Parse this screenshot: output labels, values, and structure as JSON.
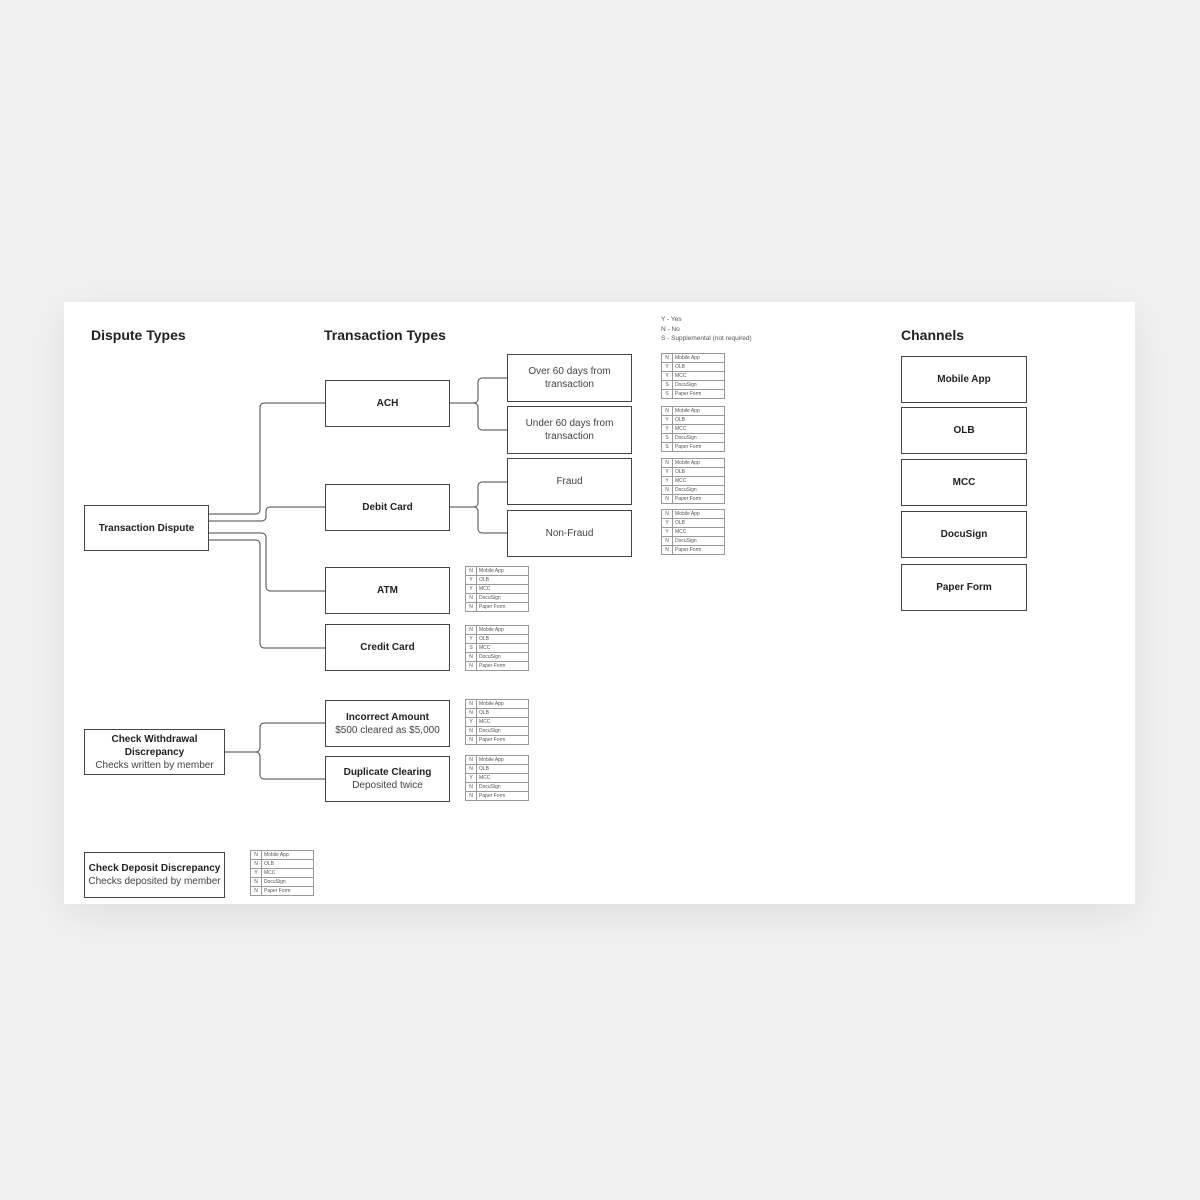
{
  "headings": {
    "dispute_types": "Dispute Types",
    "transaction_types": "Transaction Types",
    "channels": "Channels"
  },
  "legend": [
    "Y - Yes",
    "N - No",
    "S - Supplemental (not required)"
  ],
  "dispute_types": [
    {
      "title": "Transaction Dispute",
      "subtitle": ""
    },
    {
      "title": "Check Withdrawal Discrepancy",
      "subtitle": "Checks written by member"
    },
    {
      "title": "Check Deposit Discrepancy",
      "subtitle": "Checks deposited by member"
    }
  ],
  "transaction_types": [
    {
      "title": "ACH"
    },
    {
      "title": "Debit Card"
    },
    {
      "title": "ATM"
    },
    {
      "title": "Credit Card"
    },
    {
      "title": "Incorrect Amount",
      "subtitle": "$500 cleared as $5,000"
    },
    {
      "title": "Duplicate Clearing",
      "subtitle": "Deposited twice"
    }
  ],
  "sub_types": [
    "Over 60 days from transaction",
    "Under 60 days from transaction",
    "Fraud",
    "Non-Fraud"
  ],
  "channels": [
    "Mobile App",
    "OLB",
    "MCC",
    "DocuSign",
    "Paper Form"
  ],
  "tables": {
    "ach_over60": [
      "N",
      "Y",
      "Y",
      "S",
      "S"
    ],
    "ach_under60": [
      "N",
      "Y",
      "Y",
      "S",
      "S"
    ],
    "debit_fraud": [
      "N",
      "Y",
      "Y",
      "N",
      "N"
    ],
    "debit_nonfraud": [
      "N",
      "Y",
      "Y",
      "N",
      "N"
    ],
    "atm": [
      "N",
      "Y",
      "Y",
      "N",
      "N"
    ],
    "credit": [
      "N",
      "Y",
      "S",
      "N",
      "N"
    ],
    "incorrect_amount": [
      "N",
      "N",
      "Y",
      "N",
      "N"
    ],
    "duplicate_clearing": [
      "N",
      "N",
      "Y",
      "N",
      "N"
    ],
    "check_deposit": [
      "N",
      "N",
      "Y",
      "N",
      "N"
    ]
  }
}
